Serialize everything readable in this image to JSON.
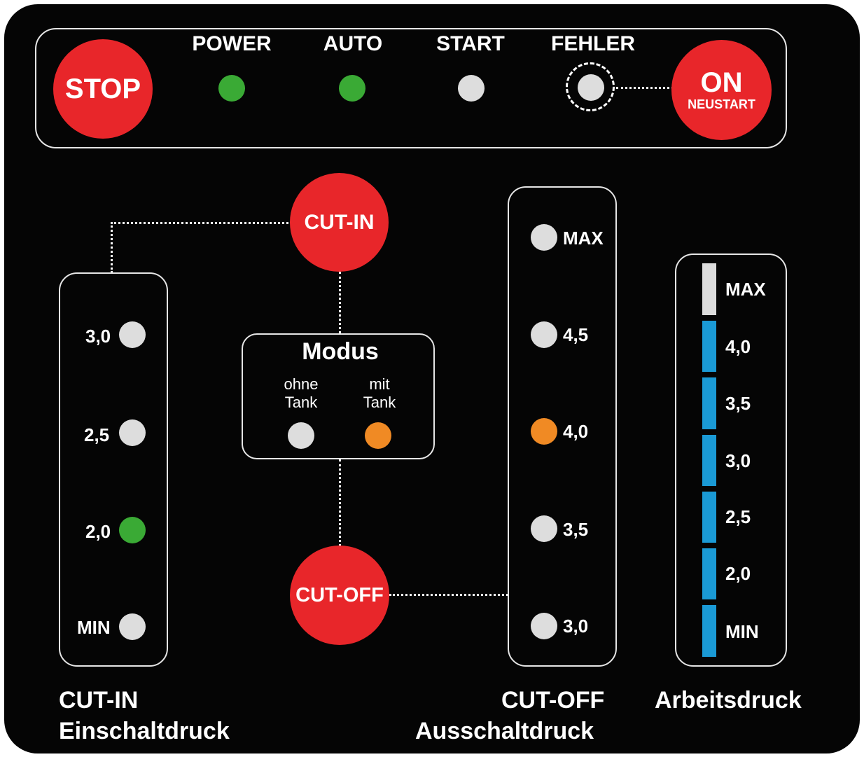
{
  "colors": {
    "panel": "#050505",
    "red_button": "#e8262a",
    "led_off": "#dddddd",
    "led_green": "#3aaa35",
    "led_orange": "#f08a24",
    "bar_white": "#dcdcdc",
    "bar_blue": "#1a9ad6"
  },
  "top": {
    "stop_label": "STOP",
    "indicators": [
      {
        "label": "POWER",
        "state": "green"
      },
      {
        "label": "AUTO",
        "state": "green"
      },
      {
        "label": "START",
        "state": "off"
      },
      {
        "label": "FEHLER",
        "state": "off"
      }
    ],
    "on_label": "ON",
    "on_sub": "NEUSTART"
  },
  "cut_in": {
    "button_label": "CUT-IN",
    "levels": [
      {
        "label": "3,0",
        "state": "off"
      },
      {
        "label": "2,5",
        "state": "off"
      },
      {
        "label": "2,0",
        "state": "green"
      },
      {
        "label": "MIN",
        "state": "off"
      }
    ],
    "caption_line1": "CUT-IN",
    "caption_line2": "Einschaltdruck"
  },
  "modus": {
    "title": "Modus",
    "ohne_line1": "ohne",
    "ohne_line2": "Tank",
    "ohne_state": "off",
    "mit_line1": "mit",
    "mit_line2": "Tank",
    "mit_state": "orange"
  },
  "cut_off": {
    "button_label": "CUT-OFF",
    "levels": [
      {
        "label": "MAX",
        "state": "off"
      },
      {
        "label": "4,5",
        "state": "off"
      },
      {
        "label": "4,0",
        "state": "orange"
      },
      {
        "label": "3,5",
        "state": "off"
      },
      {
        "label": "3,0",
        "state": "off"
      }
    ],
    "caption_line1": "CUT-OFF",
    "caption_line2": "Ausschaltdruck"
  },
  "arbeitsdruck": {
    "caption": "Arbeitsdruck",
    "levels": [
      {
        "label": "MAX",
        "lit": false
      },
      {
        "label": "4,0",
        "lit": true
      },
      {
        "label": "3,5",
        "lit": true
      },
      {
        "label": "3,0",
        "lit": true
      },
      {
        "label": "2,5",
        "lit": true
      },
      {
        "label": "2,0",
        "lit": true
      },
      {
        "label": "MIN",
        "lit": true
      }
    ]
  }
}
